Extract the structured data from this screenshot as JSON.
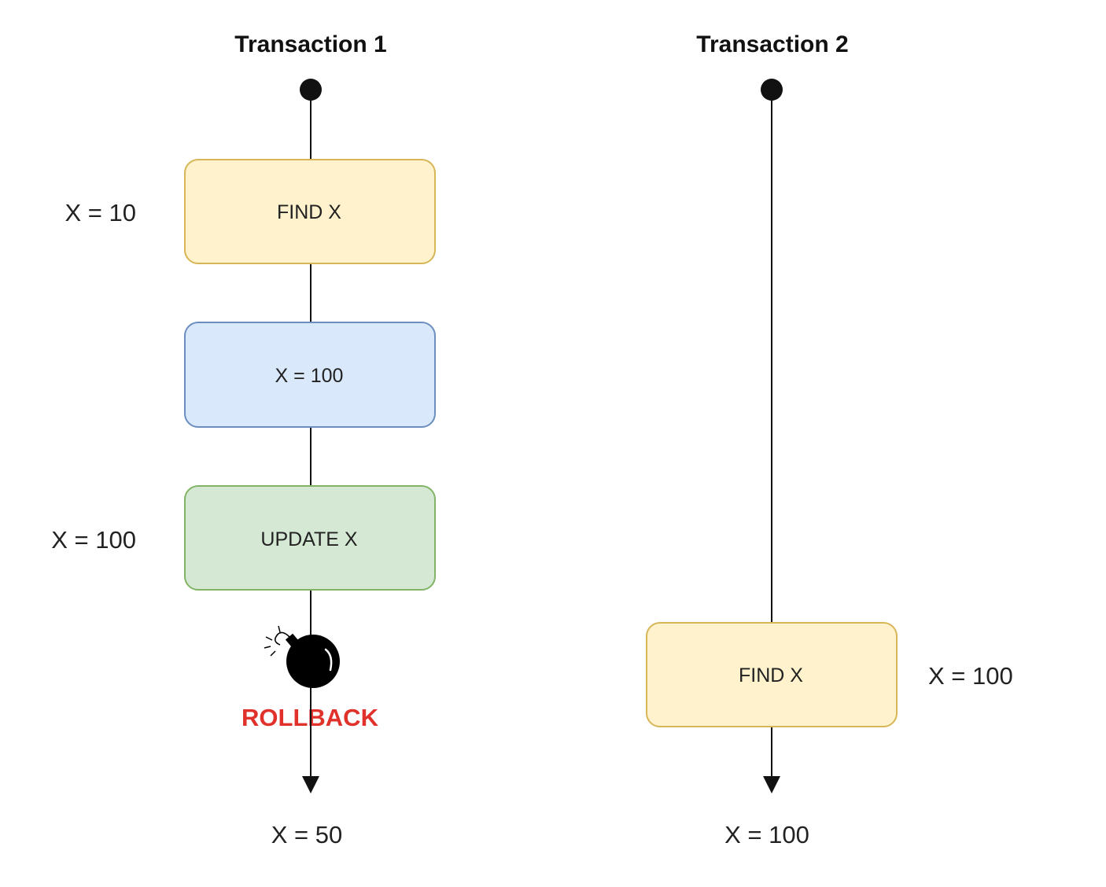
{
  "colors": {
    "find_fill": "#fff2cc",
    "find_stroke": "#d6b656",
    "assign_fill": "#dae8fc",
    "assign_stroke": "#6c8ebf",
    "update_fill": "#d5e8d4",
    "update_stroke": "#82b366",
    "rollback_text": "#e0312a",
    "line": "#111111"
  },
  "transaction1": {
    "title": "Transaction 1",
    "steps": {
      "find": {
        "label": "FIND X",
        "side_value": "X = 10"
      },
      "assign": {
        "label": "X = 100"
      },
      "update": {
        "label": "UPDATE X",
        "side_value": "X = 100"
      }
    },
    "event": {
      "label": "ROLLBACK",
      "icon": "bomb-icon"
    },
    "final_value": "X = 50"
  },
  "transaction2": {
    "title": "Transaction 2",
    "steps": {
      "find": {
        "label": "FIND X",
        "side_value": "X = 100"
      }
    },
    "final_value": "X = 100"
  }
}
